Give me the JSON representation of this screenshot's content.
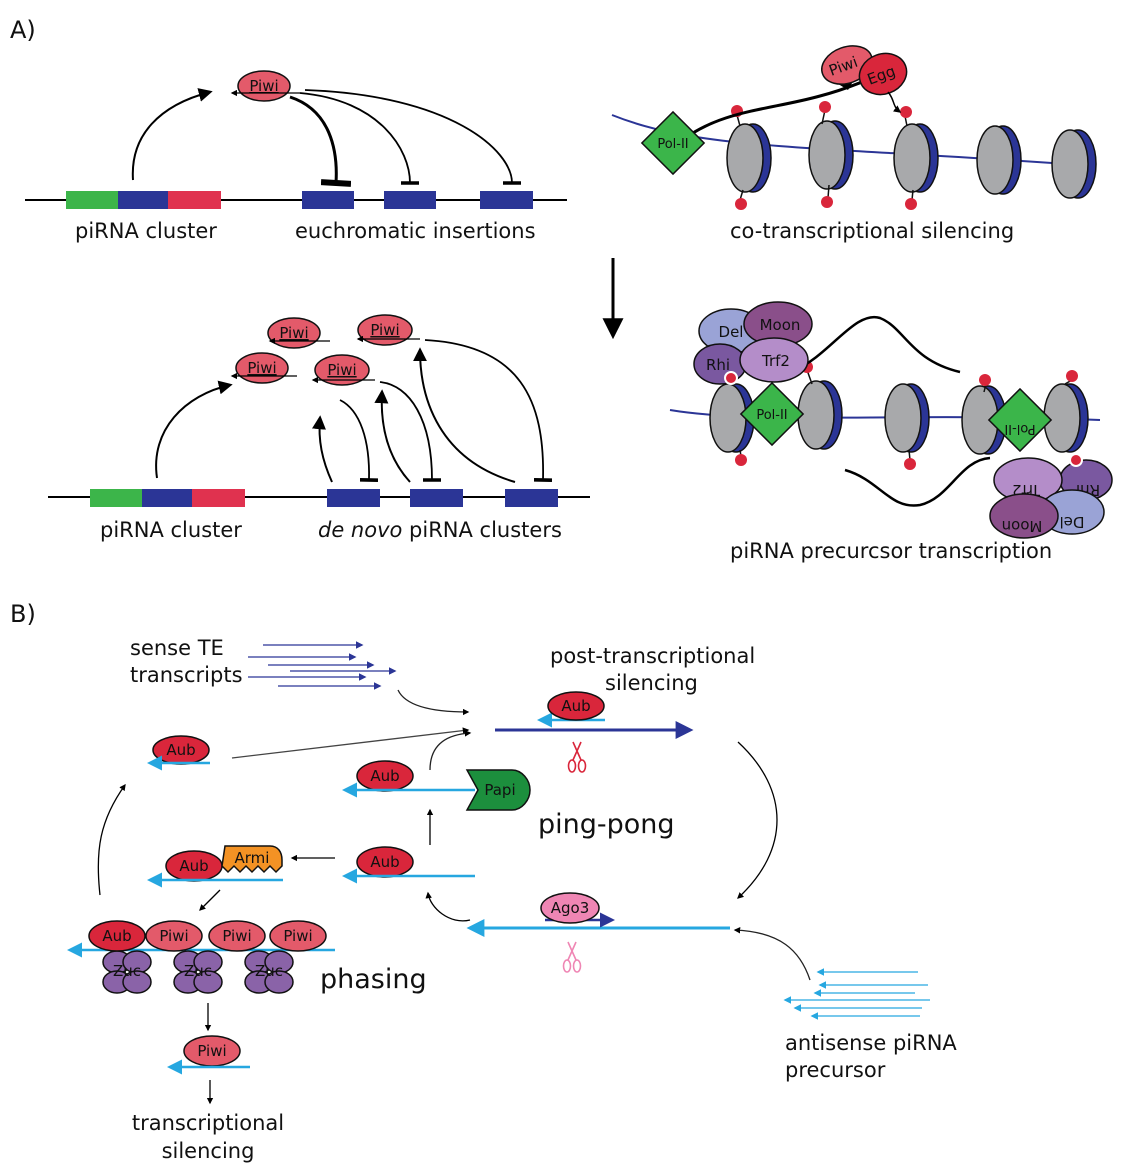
{
  "panels": {
    "a": "A)",
    "b": "B)"
  },
  "colors": {
    "green": "#3cb54a",
    "navy": "#2b3596",
    "red": "#e0324f",
    "piwi": "#e35a6a",
    "aub": "#d9263b",
    "cyan": "#26a7e0",
    "nucleosome": "#a8a9ab",
    "polii": "#3bb54a",
    "papi": "#1c8f3d",
    "armi": "#f39224",
    "zuc": "#8a63a8",
    "ago3": "#ef86b4",
    "del": "#9aa3d6",
    "moon": "#8a4f8a",
    "rhi": "#7a58a0",
    "trf2": "#b48dc9",
    "scissors_red": "#d9263b",
    "scissors_pink": "#ef86b4"
  },
  "icons": [
    "scissors-icon",
    "nucleosome-icon",
    "chromatin-mark-icon"
  ],
  "panel_a": {
    "top_left": {
      "protein": "Piwi",
      "cluster_label": "piRNA cluster",
      "insertions_label": "euchromatic insertions"
    },
    "top_right": {
      "piwi": "Piwi",
      "egg": "Egg",
      "polii": "Pol-II",
      "caption": "co-transcriptional silencing"
    },
    "bottom_left": {
      "piwi_labels": [
        "Piwi",
        "Piwi",
        "Piwi",
        "Piwi"
      ],
      "cluster_label": "piRNA cluster",
      "denovo_italic": "de novo",
      "denovo_rest": " piRNA clusters"
    },
    "bottom_right": {
      "del": "Del",
      "moon": "Moon",
      "rhi": "Rhi",
      "trf2": "Trf2",
      "polii": "Pol-II",
      "caption": "piRNA precurcsor transcription"
    }
  },
  "panel_b": {
    "sense_line1": "sense TE",
    "sense_line2": "transcripts",
    "post_line1": "post-transcriptional",
    "post_line2": "silencing",
    "aub": "Aub",
    "papi": "Papi",
    "armi": "Armi",
    "ago3": "Ago3",
    "piwi": "Piwi",
    "zuc": "Zuc",
    "pingpong": "ping-pong",
    "phasing": "phasing",
    "antisense_line1": "antisense piRNA",
    "antisense_line2": "precursor",
    "ts_line1": "transcriptional",
    "ts_line2": "silencing"
  }
}
